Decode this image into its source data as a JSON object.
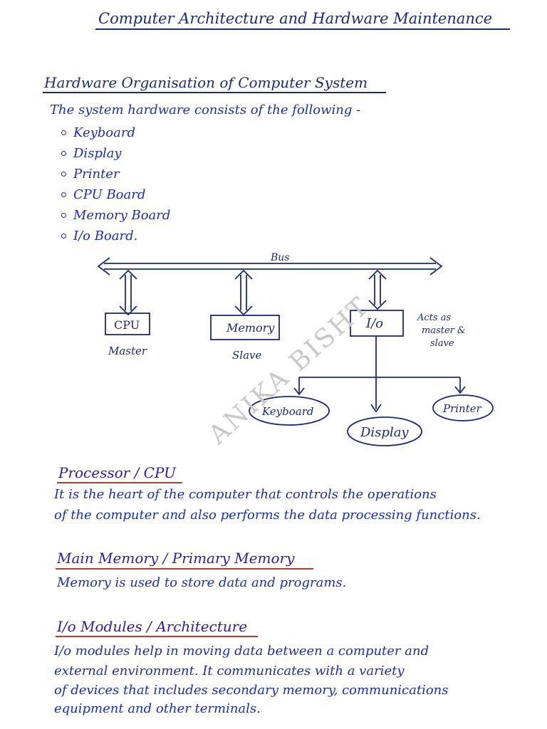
{
  "title": "Computer Architecture and Hardware Maintenance",
  "section1": {
    "heading": "Hardware Organisation of Computer System",
    "intro": "The system hardware consists of the following -",
    "items": [
      "Keyboard",
      "Display",
      "Printer",
      "CPU Board",
      "Memory Board",
      "I/o Board."
    ]
  },
  "diagram": {
    "bus": "Bus",
    "cpu": "CPU",
    "memory": "Memory",
    "io": "I/o",
    "master": "Master",
    "slave": "Slave",
    "io_note": [
      "Acts as",
      "master &",
      "slave"
    ],
    "keyboard": "Keyboard",
    "display": "Display",
    "printer": "Printer"
  },
  "watermark": "ANIKA BISHT",
  "processor": {
    "heading": "Processor / CPU",
    "lines": [
      "It is the heart of the computer that controls the operations",
      "of the computer and also performs the data processing functions."
    ]
  },
  "memory": {
    "heading": "Main Memory / Primary Memory",
    "line": "Memory is used to store data and programs."
  },
  "io_modules": {
    "heading": "I/o Modules / Architecture",
    "lines": [
      "I/o modules help in moving data between a computer and",
      "external environment. It communicates with a variety",
      "of devices that includes secondary memory, communications",
      "equipment and other terminals."
    ]
  },
  "colors": {
    "ink": "#1a2fb8",
    "heading_ink": "#1c2a7a",
    "underline": "#c0392b"
  }
}
